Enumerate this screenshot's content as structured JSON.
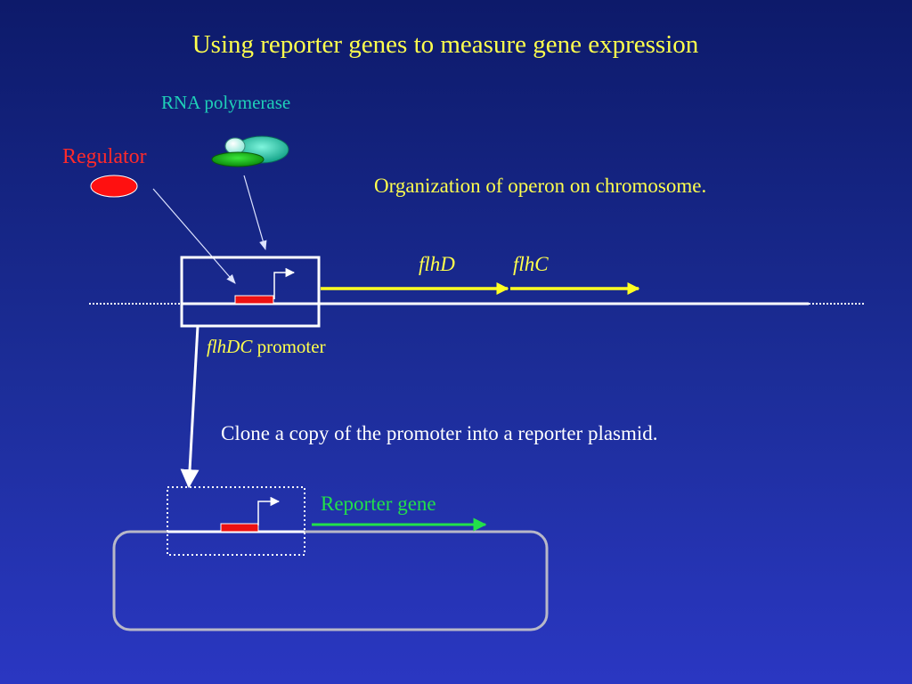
{
  "title": "Using reporter genes to measure gene expression",
  "labels": {
    "rna_polymerase": "RNA polymerase",
    "regulator": "Regulator",
    "operon_organization": "Organization of operon on chromosome.",
    "gene_d": "flhD",
    "gene_c": "flhC",
    "promoter_name": "flhDC",
    "promoter_word": " promoter",
    "clone_instruction": "Clone a copy of the promoter into a reporter plasmid.",
    "reporter_gene": "Reporter gene"
  },
  "colors": {
    "title": "#ffff4d",
    "rna_polymerase": "#1fd0b8",
    "regulator": "#ff2a2a",
    "gene_arrow": "#ffff22",
    "reporter_arrow": "#22e04a",
    "plasmid_outline": "#b8b8c8"
  }
}
